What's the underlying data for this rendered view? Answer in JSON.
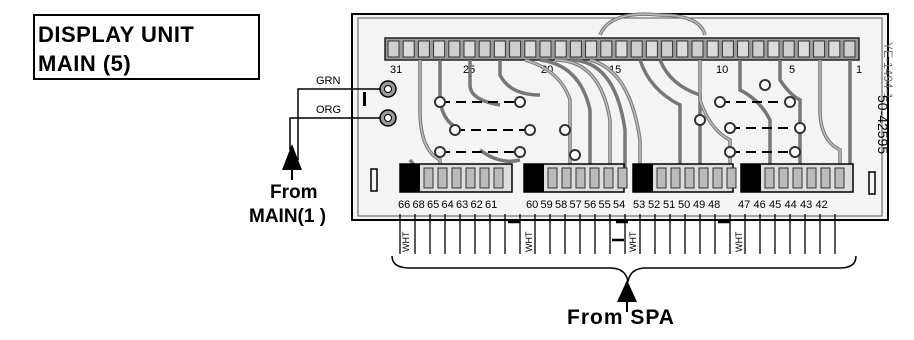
{
  "title": {
    "line1": "DISPLAY UNIT",
    "line2": "MAIN (5)"
  },
  "wires": {
    "grn": "GRN",
    "org": "ORG",
    "wht": "WHT"
  },
  "from_main": {
    "line1": "From",
    "line2": "MAIN(1 )"
  },
  "from_spa": "From SPA",
  "board": {
    "id_label": "YE-1494-1",
    "part_number": "50-42595",
    "top_numbers": [
      "31",
      "25",
      "20",
      "15",
      "10",
      "5",
      "1"
    ],
    "bottom_pins": [
      "66",
      "68",
      "65",
      "64",
      "63",
      "62",
      "61",
      "60",
      "59",
      "58",
      "57",
      "56",
      "55",
      "54",
      "53",
      "52",
      "51",
      "50",
      "49",
      "48",
      "47",
      "46",
      "45",
      "44",
      "43",
      "42"
    ]
  }
}
